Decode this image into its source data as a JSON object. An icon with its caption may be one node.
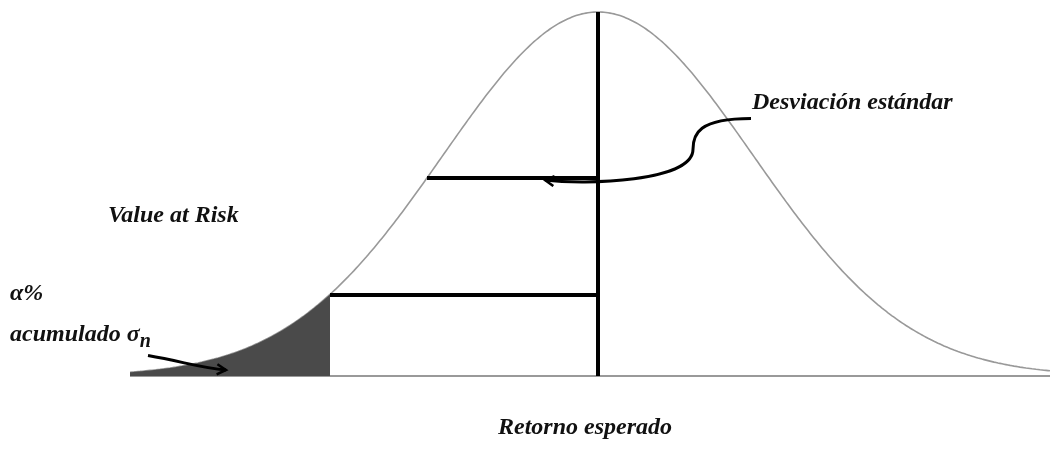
{
  "diagram": {
    "nodes": [
      {
        "text": [
          "Desviación estándar"
        ]
      },
      {
        "text": [],
        "shape": "bar"
      },
      {
        "text": [
          "α% acumulado σ$_{n}$"
        ]
      },
      {
        "text": [],
        "shape": "area"
      }
    ],
    "edges": [
      {
        "from": 0,
        "to": 1,
        "arrow": "to"
      },
      {
        "from": 2,
        "to": 3,
        "arrow": "to"
      }
    ],
    "labels": [
      "Value at Risk",
      "Retorno esperado"
    ]
  }
}
